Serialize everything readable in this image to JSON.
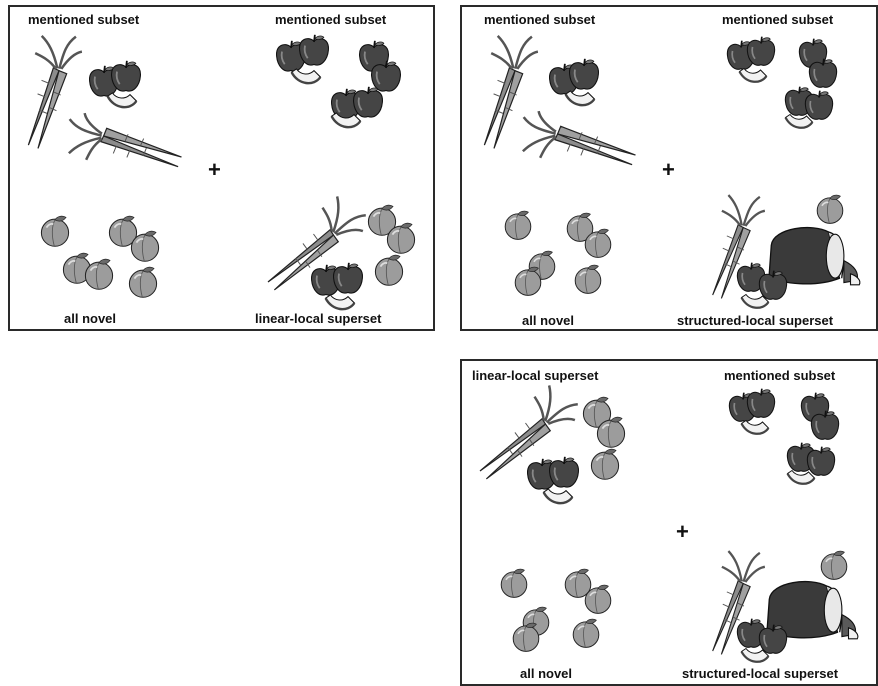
{
  "panels": [
    {
      "id": "panel-a",
      "labels": {
        "top_left": "mentioned subset",
        "top_right": "mentioned subset",
        "bottom_left": "all novel",
        "bottom_right": "linear-local superset"
      },
      "plus": "+"
    },
    {
      "id": "panel-b",
      "labels": {
        "top_left": "mentioned subset",
        "top_right": "mentioned subset",
        "bottom_left": "all novel",
        "bottom_right": "structured-local superset"
      },
      "plus": "+"
    },
    {
      "id": "panel-c",
      "labels": {
        "top_left": "linear-local superset",
        "top_right": "mentioned subset",
        "bottom_left": "all novel",
        "bottom_right": "structured-local superset"
      },
      "plus": "+"
    }
  ],
  "colors": {
    "apple": "#3f3f3f",
    "peach": "#9a9a9a",
    "carrot": "#8a8a8a",
    "leaves": "#6a6a6a",
    "bread": "#4a4a4a",
    "border": "#2a2a2a"
  },
  "icons": [
    "carrot-icon",
    "apple-icon",
    "apple-slice-icon",
    "peach-icon",
    "bread-loaf-icon"
  ]
}
